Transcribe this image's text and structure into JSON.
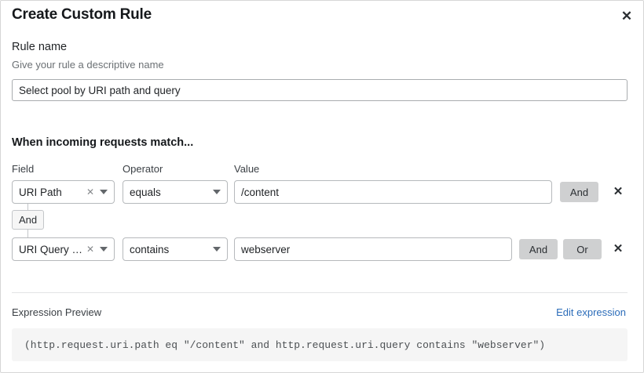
{
  "dialog": {
    "title": "Create Custom Rule",
    "close_icon": "close-icon"
  },
  "rule_name": {
    "label": "Rule name",
    "help": "Give your rule a descriptive name",
    "value": "Select pool by URI path and query",
    "placeholder": "Select pool by URI path and query"
  },
  "conditions": {
    "section_title": "When incoming requests match...",
    "columns": {
      "field": "Field",
      "operator": "Operator",
      "value": "Value"
    },
    "connector": {
      "label": "And"
    },
    "rows": [
      {
        "field": "URI Path",
        "clear_icon": "clear-icon",
        "caret_icon": "chevron-down-icon",
        "operator": "equals",
        "value": "/content",
        "value_placeholder": "/content",
        "and_label": "And",
        "delete_icon": "delete-icon"
      },
      {
        "field": "URI Query St...",
        "clear_icon": "clear-icon",
        "caret_icon": "chevron-down-icon",
        "operator": "contains",
        "value": "webserver",
        "value_placeholder": "webserver",
        "and_label": "And",
        "or_label": "Or",
        "delete_icon": "delete-icon"
      }
    ]
  },
  "expression": {
    "label": "Expression Preview",
    "edit_link": "Edit expression",
    "code": "(http.request.uri.path eq \"/content\" and http.request.uri.query contains \"webserver\")"
  },
  "colors": {
    "link": "#2b6cb9",
    "logic_button": "#cfd0d1",
    "preview_bg": "#f5f5f5"
  }
}
